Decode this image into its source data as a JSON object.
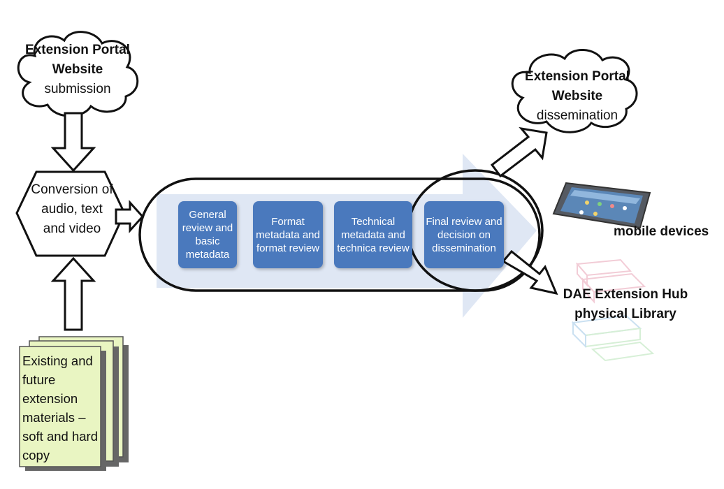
{
  "submission_cloud": {
    "title": "Extension Portal Website",
    "subtitle": "submission"
  },
  "conversion": {
    "text": "Conversion of audio, text and video"
  },
  "materials": {
    "text": "Existing and future extension materials – soft and hard copy"
  },
  "stages": [
    {
      "text": "General review and basic metadata"
    },
    {
      "text": "Format metadata and format review"
    },
    {
      "text": "Technical metadata and technica review"
    },
    {
      "text": "Final review and decision on dissemination"
    }
  ],
  "dissemination_cloud": {
    "title": "Extension Portal Website",
    "subtitle": "dissemination"
  },
  "mobile": {
    "label": "mobile devices"
  },
  "library": {
    "label": "DAE Extension Hub physical Library"
  },
  "colors": {
    "stage_fill": "#4a79bd",
    "band_fill": "#dfe7f4",
    "document_fill": "#e9f5c2",
    "document_shadow": "#666666"
  }
}
